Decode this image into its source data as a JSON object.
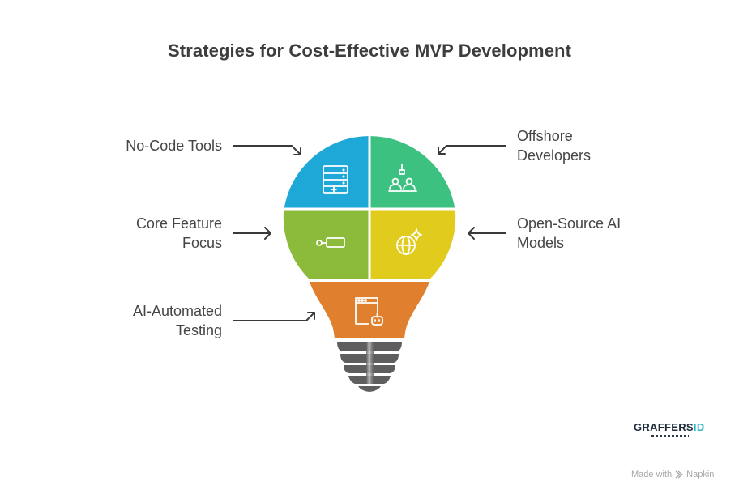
{
  "title": "Strategies for Cost-Effective MVP Development",
  "strategies": [
    {
      "id": "no-code",
      "label": "No-Code Tools",
      "side": "left",
      "color": "#1ea8d8",
      "icon": "server-add-icon"
    },
    {
      "id": "offshore",
      "label_line1": "Offshore",
      "label_line2": "Developers",
      "side": "right",
      "color": "#3cc181",
      "icon": "team-workstation-icon"
    },
    {
      "id": "core-feature",
      "label_line1": "Core Feature",
      "label_line2": "Focus",
      "side": "left",
      "color": "#8cbb3c",
      "icon": "key-tag-icon"
    },
    {
      "id": "open-source",
      "label_line1": "Open-Source AI",
      "label_line2": "Models",
      "side": "right",
      "color": "#e1cb1d",
      "icon": "globe-sparkle-icon"
    },
    {
      "id": "ai-testing",
      "label_line1": "AI-Automated",
      "label_line2": "Testing",
      "side": "left",
      "color": "#e0802f",
      "icon": "browser-bot-icon"
    }
  ],
  "bulb_base_color": "#5e5e5e",
  "arrow_color": "#3a3a3a",
  "branding": {
    "logo_main": "GRAFFERS",
    "logo_accent": "ID",
    "made_with": "Made with",
    "napkin": "Napkin"
  }
}
